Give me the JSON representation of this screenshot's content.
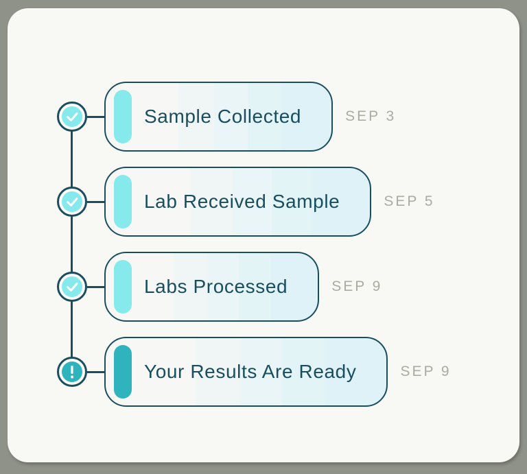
{
  "panel": {
    "type": "lab-results-status-timeline"
  },
  "colors": {
    "page_background": "#8f9289",
    "panel_background": "#f8f8f5",
    "ink_teal": "#1a4e5e",
    "accent_cyan": "#86e9eb",
    "accent_teal": "#2fb4bd",
    "card_tint_end": "#def2f8",
    "date_text": "#a9aca0"
  },
  "timeline": {
    "items": [
      {
        "label": "Sample Collected",
        "date": "SEP 3",
        "status": "completed",
        "icon": "check-icon"
      },
      {
        "label": "Lab Received Sample",
        "date": "SEP 5",
        "status": "completed",
        "icon": "check-icon"
      },
      {
        "label": "Labs Processed",
        "date": "SEP 9",
        "status": "completed",
        "icon": "check-icon"
      },
      {
        "label": "Your Results Are Ready",
        "date": "SEP 9",
        "status": "attention",
        "icon": "exclamation-icon"
      }
    ]
  }
}
